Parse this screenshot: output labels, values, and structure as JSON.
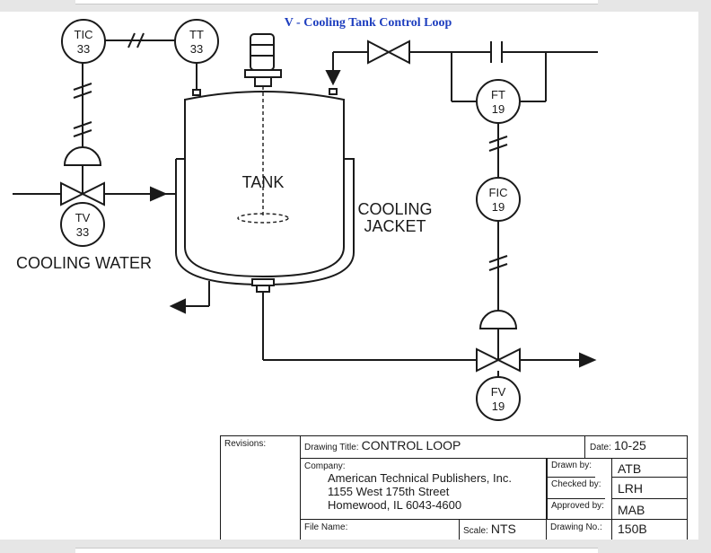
{
  "title": "V - Cooling Tank Control Loop",
  "instruments": {
    "tic": {
      "tag": "TIC",
      "num": "33"
    },
    "tt": {
      "tag": "TT",
      "num": "33"
    },
    "tv": {
      "tag": "TV",
      "num": "33"
    },
    "ft": {
      "tag": "FT",
      "num": "19"
    },
    "fic": {
      "tag": "FIC",
      "num": "19"
    },
    "fv": {
      "tag": "FV",
      "num": "19"
    }
  },
  "labels": {
    "tank": "TANK",
    "jacket_line1": "COOLING",
    "jacket_line2": "JACKET",
    "cooling_water": "COOLING WATER"
  },
  "title_block": {
    "revisions_label": "Revisions:",
    "drawing_title_label": "Drawing Title:",
    "drawing_title": "CONTROL LOOP",
    "date_label": "Date:",
    "date": "10-25",
    "company_label": "Company:",
    "company_name": "American Technical Publishers, Inc.",
    "company_street": "1155 West 175th Street",
    "company_city": "Homewood, IL 6043-4600",
    "drawn_by_label": "Drawn by:",
    "drawn_by": "ATB",
    "checked_by_label": "Checked by:",
    "checked_by": "LRH",
    "approved_by_label": "Approved by:",
    "approved_by": "MAB",
    "file_name_label": "File Name:",
    "scale_label": "Scale:",
    "scale": "NTS",
    "drawing_no_label": "Drawing No.:",
    "drawing_no": "150B"
  }
}
